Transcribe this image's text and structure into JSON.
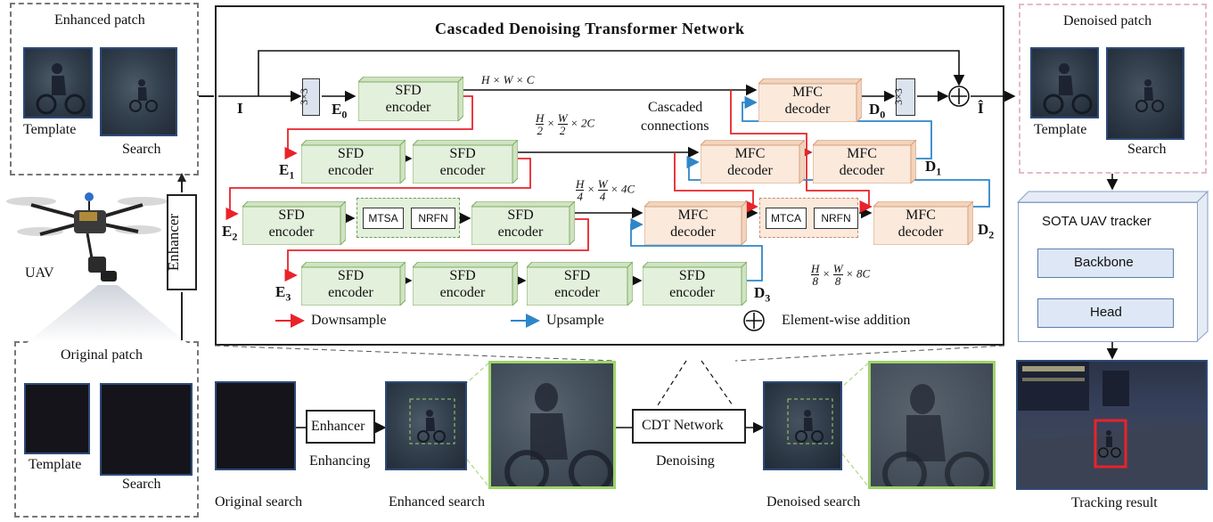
{
  "main_title": "Cascaded Denoising Transformer Network",
  "left_top": {
    "title": "Enhanced patch",
    "template": "Template",
    "search": "Search"
  },
  "left_bottom": {
    "title": "Original  patch",
    "template": "Template",
    "search": "Search"
  },
  "uav_label": "UAV",
  "enhancer_vertical": "Enhancer",
  "right_top": {
    "title": "Denoised patch",
    "template": "Template",
    "search": "Search"
  },
  "tracker": {
    "title": "SOTA UAV tracker",
    "backbone": "Backbone",
    "head": "Head"
  },
  "tracking_result": "Tracking result",
  "network": {
    "input": "I",
    "output": "Î",
    "conv": "3×3",
    "sfd_l1": "SFD",
    "sfd_l2": "encoder",
    "mfc_l1": "MFC",
    "mfc_l2": "decoder",
    "mtsa": "MTSA",
    "nrfn": "NRFN",
    "mtca": "MTCA",
    "cascaded_1": "Cascaded",
    "cascaded_2": "connections",
    "E0": "E",
    "E0_sub": "0",
    "E1": "E",
    "E1_sub": "1",
    "E2": "E",
    "E2_sub": "2",
    "E3": "E",
    "E3_sub": "3",
    "D0": "D",
    "D0_sub": "0",
    "D1": "D",
    "D1_sub": "1",
    "D2": "D",
    "D2_sub": "2",
    "D3": "D",
    "D3_sub": "3",
    "dim0": "H × W × C",
    "dim1_tail": "× 2C",
    "dim2_tail": "× 4C",
    "dim3_tail": "× 8C",
    "frac_H": "H",
    "frac_W": "W",
    "den1": "2",
    "den2": "4",
    "den3": "8",
    "times": "×"
  },
  "legend": {
    "downsample": "Downsample",
    "upsample": "Upsample",
    "addition": "Element-wise  addition"
  },
  "bottom": {
    "original_search": "Original  search",
    "enhancer_box": "Enhancer",
    "enhancing": "Enhancing",
    "enhanced_search": "Enhanced search",
    "cdt_box": "CDT Network",
    "denoising": "Denoising",
    "denoised_search": "Denoised search"
  },
  "colors": {
    "downsample": "#e8232a",
    "upsample": "#2f86c8",
    "sfd_fill": "#e3f0dc",
    "mfc_fill": "#fbe9dc"
  }
}
